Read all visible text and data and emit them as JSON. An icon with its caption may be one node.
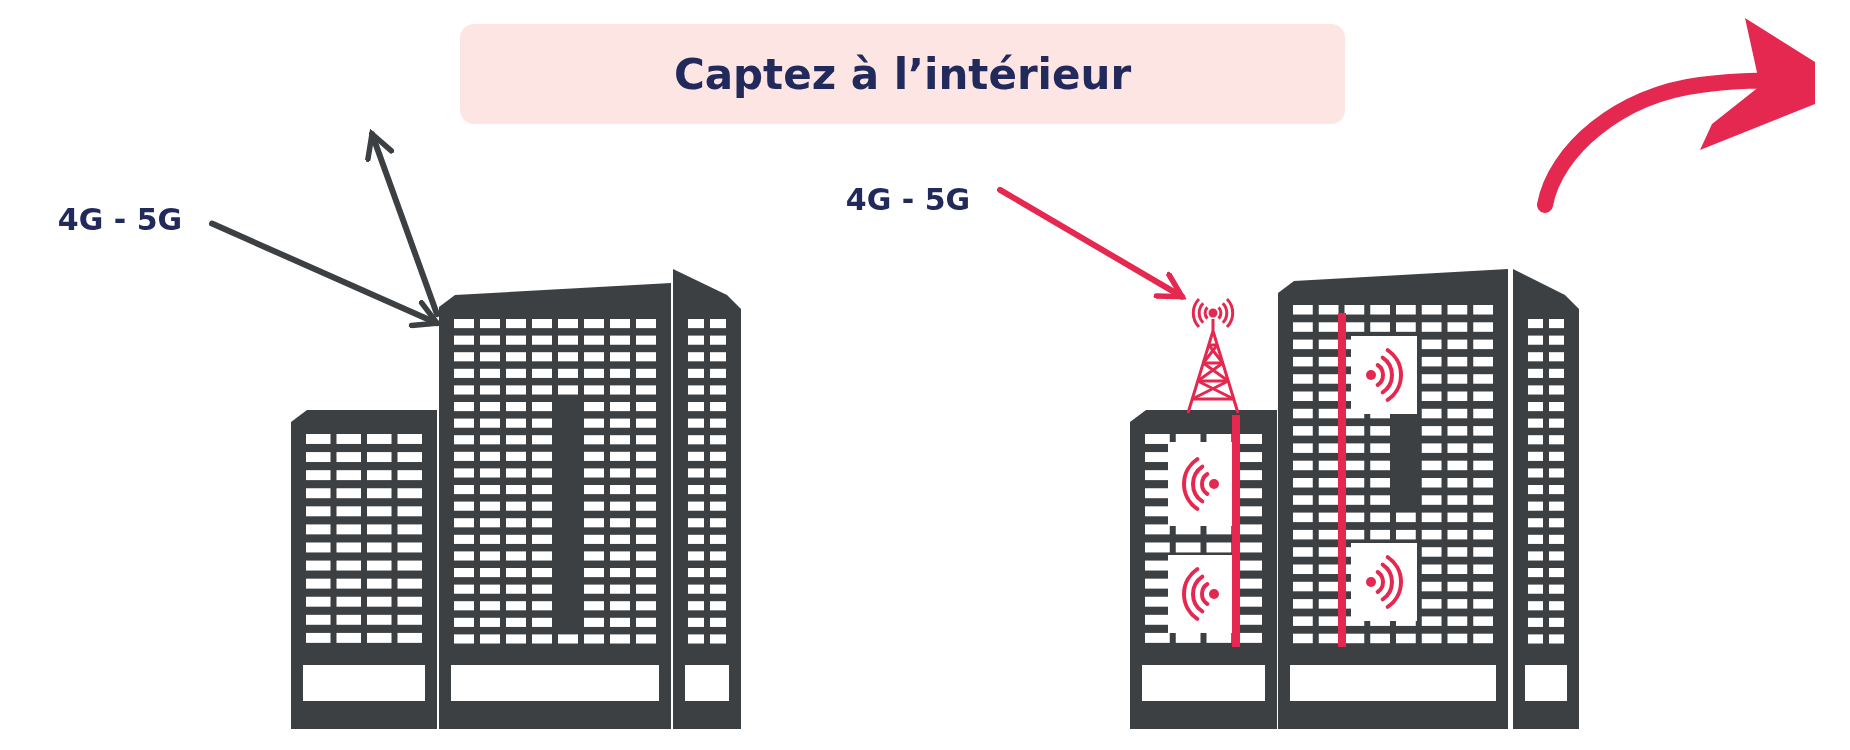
{
  "diagram": {
    "title": "Captez à l’intérieur",
    "nodes": [
      {
        "text": [
          "4G - 5G"
        ]
      },
      {
        "text": [],
        "shape": "picture"
      },
      {
        "text": [
          "4G - 5G"
        ]
      },
      {
        "text": [],
        "shape": "picture"
      }
    ],
    "edges": [
      {
        "from": 0,
        "to": 1,
        "arrow": "to"
      },
      {
        "from": 1,
        "to": null,
        "arrow": "to"
      },
      {
        "from": 2,
        "to": 3,
        "arrow": "to",
        "color": "#e4284f"
      }
    ]
  }
}
